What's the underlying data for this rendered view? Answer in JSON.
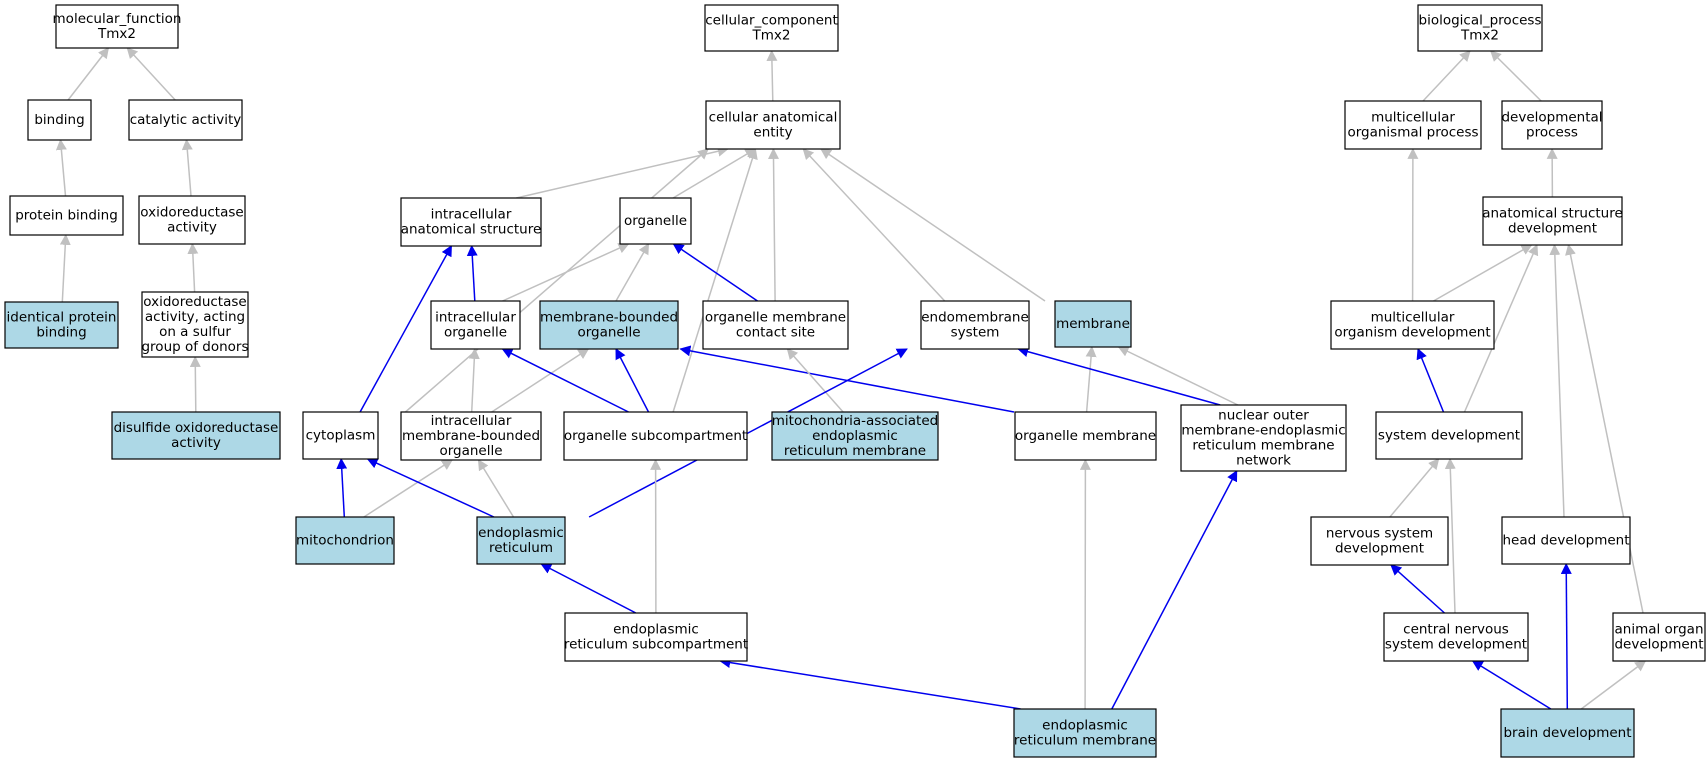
{
  "colors": {
    "highlight_fill": "#add8e6",
    "normal_fill": "#ffffff",
    "is_a_edge": "#c0c0c0",
    "part_of_edge": "#0000ee"
  },
  "nodes": [
    {
      "id": "mf",
      "lines": [
        "molecular_function",
        "Tmx2"
      ],
      "highlight": false
    },
    {
      "id": "binding",
      "lines": [
        "binding"
      ],
      "highlight": false
    },
    {
      "id": "catalytic",
      "lines": [
        "catalytic activity"
      ],
      "highlight": false
    },
    {
      "id": "protein_binding",
      "lines": [
        "protein binding"
      ],
      "highlight": false
    },
    {
      "id": "oxidoreductase",
      "lines": [
        "oxidoreductase",
        "activity"
      ],
      "highlight": false
    },
    {
      "id": "oxido_sulfur",
      "lines": [
        "oxidoreductase",
        "activity, acting",
        "on a sulfur",
        "group of donors"
      ],
      "highlight": false
    },
    {
      "id": "identical_protein",
      "lines": [
        "identical protein",
        "binding"
      ],
      "highlight": true
    },
    {
      "id": "disulfide",
      "lines": [
        "disulfide oxidoreductase",
        "activity"
      ],
      "highlight": true
    },
    {
      "id": "cc",
      "lines": [
        "cellular_component",
        "Tmx2"
      ],
      "highlight": false
    },
    {
      "id": "cae",
      "lines": [
        "cellular anatomical",
        "entity"
      ],
      "highlight": false
    },
    {
      "id": "ias",
      "lines": [
        "intracellular",
        "anatomical structure"
      ],
      "highlight": false
    },
    {
      "id": "organelle",
      "lines": [
        "organelle"
      ],
      "highlight": false
    },
    {
      "id": "io",
      "lines": [
        "intracellular",
        "organelle"
      ],
      "highlight": false
    },
    {
      "id": "mbo",
      "lines": [
        "membrane-bounded",
        "organelle"
      ],
      "highlight": true
    },
    {
      "id": "omcs",
      "lines": [
        "organelle membrane",
        "contact site"
      ],
      "highlight": false
    },
    {
      "id": "endomembrane",
      "lines": [
        "endomembrane",
        "system"
      ],
      "highlight": false
    },
    {
      "id": "membrane",
      "lines": [
        "membrane"
      ],
      "highlight": true
    },
    {
      "id": "cytoplasm",
      "lines": [
        "cytoplasm"
      ],
      "highlight": false
    },
    {
      "id": "imbo",
      "lines": [
        "intracellular",
        "membrane-bounded",
        "organelle"
      ],
      "highlight": false
    },
    {
      "id": "osc",
      "lines": [
        "organelle subcompartment"
      ],
      "highlight": false
    },
    {
      "id": "mam",
      "lines": [
        "mitochondria-associated",
        "endoplasmic",
        "reticulum membrane"
      ],
      "highlight": true
    },
    {
      "id": "om",
      "lines": [
        "organelle membrane"
      ],
      "highlight": false
    },
    {
      "id": "nomer",
      "lines": [
        "nuclear outer",
        "membrane-endoplasmic",
        "reticulum membrane",
        "network"
      ],
      "highlight": false
    },
    {
      "id": "mito",
      "lines": [
        "mitochondrion"
      ],
      "highlight": true
    },
    {
      "id": "er",
      "lines": [
        "endoplasmic",
        "reticulum"
      ],
      "highlight": true
    },
    {
      "id": "ersub",
      "lines": [
        "endoplasmic",
        "reticulum subcompartment"
      ],
      "highlight": false
    },
    {
      "id": "erm",
      "lines": [
        "endoplasmic",
        "reticulum membrane"
      ],
      "highlight": true
    },
    {
      "id": "bp",
      "lines": [
        "biological_process",
        "Tmx2"
      ],
      "highlight": false
    },
    {
      "id": "mcp",
      "lines": [
        "multicellular",
        "organismal process"
      ],
      "highlight": false
    },
    {
      "id": "devp",
      "lines": [
        "developmental",
        "process"
      ],
      "highlight": false
    },
    {
      "id": "asd",
      "lines": [
        "anatomical structure",
        "development"
      ],
      "highlight": false
    },
    {
      "id": "mod",
      "lines": [
        "multicellular",
        "organism development"
      ],
      "highlight": false
    },
    {
      "id": "sysdev",
      "lines": [
        "system development"
      ],
      "highlight": false
    },
    {
      "id": "nsd",
      "lines": [
        "nervous system",
        "development"
      ],
      "highlight": false
    },
    {
      "id": "headdev",
      "lines": [
        "head development"
      ],
      "highlight": false
    },
    {
      "id": "cnsd",
      "lines": [
        "central nervous",
        "system development"
      ],
      "highlight": false
    },
    {
      "id": "aod",
      "lines": [
        "animal organ",
        "development"
      ],
      "highlight": false
    },
    {
      "id": "braindev",
      "lines": [
        "brain development"
      ],
      "highlight": true
    }
  ],
  "edges": [
    {
      "from": "binding",
      "to": "mf",
      "type": "is_a"
    },
    {
      "from": "catalytic",
      "to": "mf",
      "type": "is_a"
    },
    {
      "from": "protein_binding",
      "to": "binding",
      "type": "is_a"
    },
    {
      "from": "oxidoreductase",
      "to": "catalytic",
      "type": "is_a"
    },
    {
      "from": "identical_protein",
      "to": "protein_binding",
      "type": "is_a"
    },
    {
      "from": "oxido_sulfur",
      "to": "oxidoreductase",
      "type": "is_a"
    },
    {
      "from": "disulfide",
      "to": "oxido_sulfur",
      "type": "is_a"
    },
    {
      "from": "cae",
      "to": "cc",
      "type": "is_a"
    },
    {
      "from": "ias",
      "to": "cae",
      "type": "is_a"
    },
    {
      "from": "organelle",
      "to": "cae",
      "type": "is_a"
    },
    {
      "from": "omcs",
      "to": "cae",
      "type": "is_a"
    },
    {
      "from": "endomembrane",
      "to": "cae",
      "type": "is_a"
    },
    {
      "from": "membrane",
      "to": "cae",
      "type": "is_a"
    },
    {
      "from": "cytoplasm",
      "to": "cae",
      "type": "is_a"
    },
    {
      "from": "osc",
      "to": "cae",
      "type": "is_a"
    },
    {
      "from": "io",
      "to": "ias",
      "type": "part_of"
    },
    {
      "from": "cytoplasm",
      "to": "ias",
      "type": "part_of"
    },
    {
      "from": "io",
      "to": "organelle",
      "type": "is_a"
    },
    {
      "from": "mbo",
      "to": "organelle",
      "type": "is_a"
    },
    {
      "from": "omcs",
      "to": "organelle",
      "type": "part_of"
    },
    {
      "from": "imbo",
      "to": "io",
      "type": "is_a"
    },
    {
      "from": "imbo",
      "to": "mbo",
      "type": "is_a"
    },
    {
      "from": "osc",
      "to": "io",
      "type": "part_of"
    },
    {
      "from": "osc",
      "to": "mbo",
      "type": "part_of"
    },
    {
      "from": "om",
      "to": "mbo",
      "type": "part_of"
    },
    {
      "from": "mam",
      "to": "omcs",
      "type": "is_a"
    },
    {
      "from": "om",
      "to": "membrane",
      "type": "is_a"
    },
    {
      "from": "nomer",
      "to": "membrane",
      "type": "is_a"
    },
    {
      "from": "nomer",
      "to": "endomembrane",
      "type": "part_of"
    },
    {
      "from": "mito",
      "to": "cytoplasm",
      "type": "part_of"
    },
    {
      "from": "mito",
      "to": "imbo",
      "type": "is_a"
    },
    {
      "from": "er",
      "to": "cytoplasm",
      "type": "part_of"
    },
    {
      "from": "er",
      "to": "imbo",
      "type": "is_a"
    },
    {
      "from": "er",
      "to": "endomembrane",
      "type": "part_of"
    },
    {
      "from": "ersub",
      "to": "er",
      "type": "part_of"
    },
    {
      "from": "ersub",
      "to": "osc",
      "type": "is_a"
    },
    {
      "from": "erm",
      "to": "ersub",
      "type": "part_of"
    },
    {
      "from": "erm",
      "to": "om",
      "type": "is_a"
    },
    {
      "from": "erm",
      "to": "nomer",
      "type": "part_of"
    },
    {
      "from": "mcp",
      "to": "bp",
      "type": "is_a"
    },
    {
      "from": "devp",
      "to": "bp",
      "type": "is_a"
    },
    {
      "from": "asd",
      "to": "devp",
      "type": "is_a"
    },
    {
      "from": "mod",
      "to": "mcp",
      "type": "is_a"
    },
    {
      "from": "mod",
      "to": "asd",
      "type": "is_a"
    },
    {
      "from": "sysdev",
      "to": "mod",
      "type": "part_of"
    },
    {
      "from": "sysdev",
      "to": "asd",
      "type": "is_a"
    },
    {
      "from": "headdev",
      "to": "asd",
      "type": "is_a"
    },
    {
      "from": "aod",
      "to": "asd",
      "type": "is_a"
    },
    {
      "from": "nsd",
      "to": "sysdev",
      "type": "is_a"
    },
    {
      "from": "cnsd",
      "to": "sysdev",
      "type": "is_a"
    },
    {
      "from": "cnsd",
      "to": "nsd",
      "type": "part_of"
    },
    {
      "from": "braindev",
      "to": "cnsd",
      "type": "part_of"
    },
    {
      "from": "braindev",
      "to": "headdev",
      "type": "part_of"
    },
    {
      "from": "braindev",
      "to": "aod",
      "type": "is_a"
    }
  ]
}
